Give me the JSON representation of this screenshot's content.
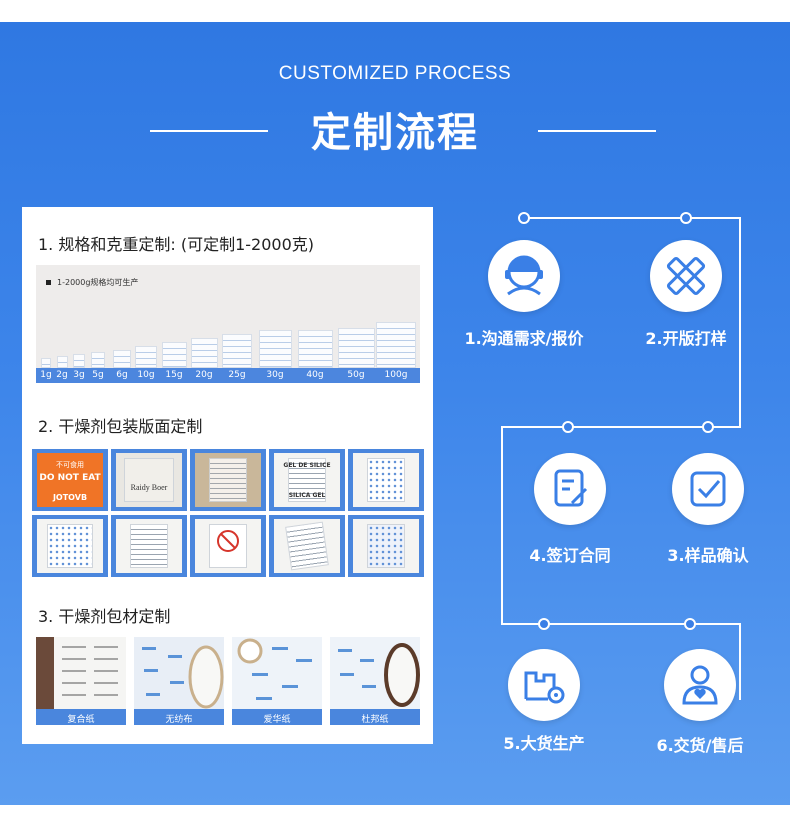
{
  "header": {
    "subtitle": "CUSTOMIZED PROCESS",
    "title": "定制流程"
  },
  "sections": {
    "spec": {
      "heading": "1. 规格和克重定制: (可定制1-2000克)",
      "note": "1-2000g规格均可生产",
      "sizes": [
        "1g",
        "2g",
        "3g",
        "5g",
        "6g",
        "10g",
        "15g",
        "20g",
        "25g",
        "30g",
        "40g",
        "50g",
        "100g"
      ]
    },
    "layout": {
      "heading": "2. 干燥剂包装版面定制",
      "tiles": [
        {
          "top_text": "不可食用",
          "main_text": "DO NOT EAT",
          "brand": "JOTOVB"
        },
        {
          "brand": "Raidy Boer"
        },
        {
          "top_text": "",
          "main_text": "",
          "brand": ""
        },
        {
          "top_text": "GEL DE SILICE",
          "main_text": "SILICA GEL",
          "brand": ""
        },
        {
          "top_text": "",
          "main_text": "",
          "brand": ""
        },
        {
          "top_text": "",
          "main_text": "",
          "brand": ""
        },
        {
          "top_text": "",
          "main_text": "",
          "brand": ""
        },
        {
          "top_text": "",
          "main_text": "",
          "brand": ""
        },
        {
          "top_text": "",
          "main_text": "",
          "brand": ""
        },
        {
          "top_text": "",
          "main_text": "",
          "brand": ""
        }
      ]
    },
    "material": {
      "heading": "3. 干燥剂包材定制",
      "rolls": [
        "复合纸",
        "无纺布",
        "爱华纸",
        "杜邦纸"
      ]
    }
  },
  "process": {
    "steps": [
      {
        "label": "1.沟通需求/报价",
        "icon": "customer-service-icon"
      },
      {
        "label": "2.开版打样",
        "icon": "ruler-pencil-icon"
      },
      {
        "label": "3.样品确认",
        "icon": "checkbox-icon"
      },
      {
        "label": "4.签订合同",
        "icon": "contract-edit-icon"
      },
      {
        "label": "5.大货生产",
        "icon": "factory-gear-icon"
      },
      {
        "label": "6.交货/售后",
        "icon": "user-heart-icon"
      }
    ]
  },
  "colors": {
    "background_top": "#2f78e2",
    "background_bottom": "#5b9df0",
    "accent": "#4a86dd",
    "text_light": "#ffffff",
    "icon_blue": "#3a7fe6"
  }
}
